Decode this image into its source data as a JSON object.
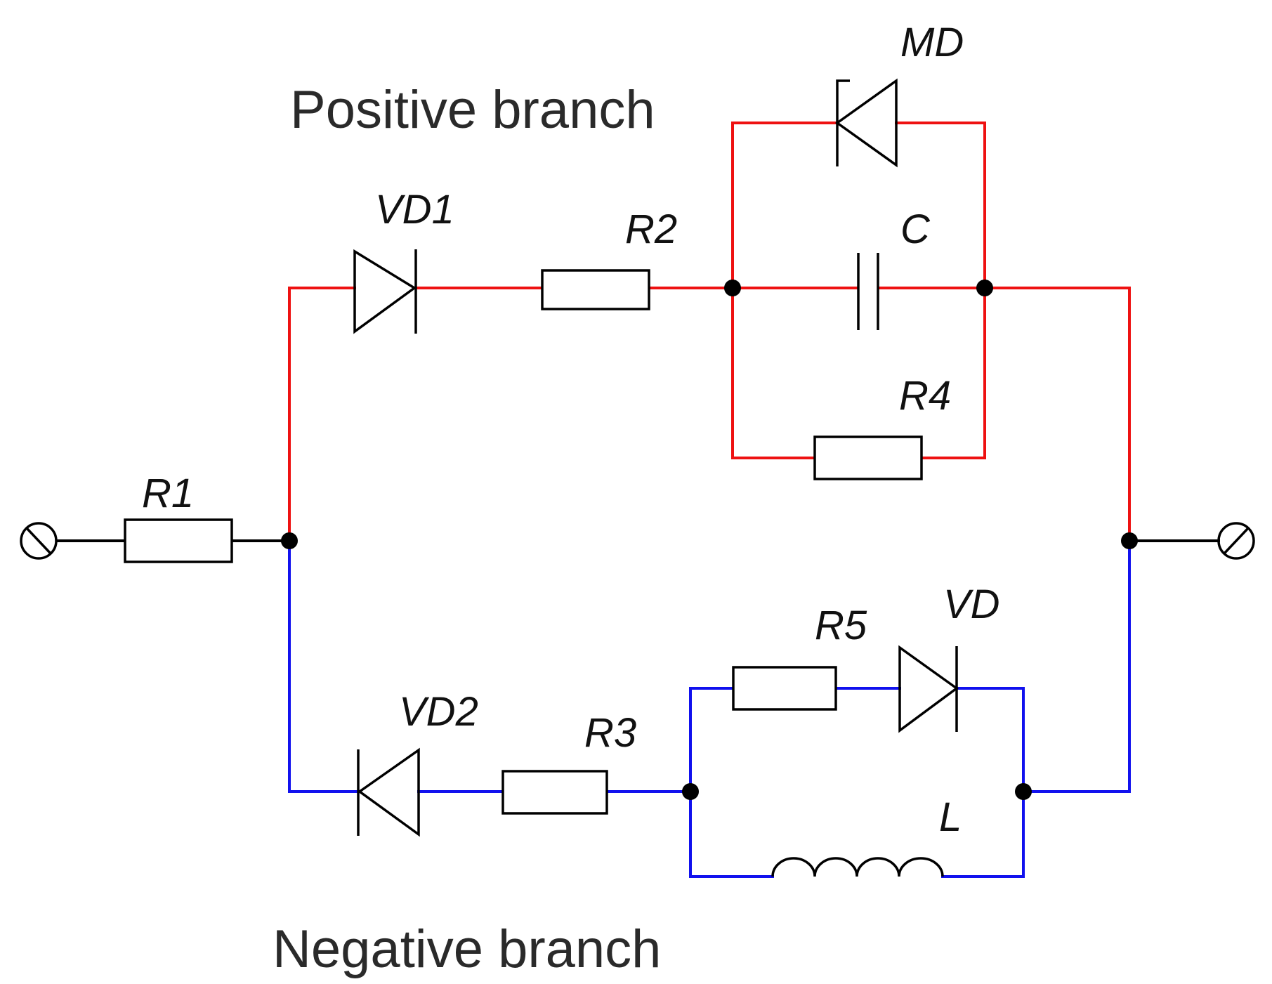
{
  "branches": {
    "positive": "Positive branch",
    "negative": "Negative branch"
  },
  "labels": {
    "r1": "R1",
    "r2": "R2",
    "r3": "R3",
    "r4": "R4",
    "r5": "R5",
    "vd1": "VD1",
    "vd2": "VD2",
    "vd": "VD",
    "md": "MD",
    "c": "C",
    "l": "L"
  },
  "colors": {
    "positive_branch": "#ee1111",
    "negative_branch": "#1111ee",
    "shared_wire": "#000000"
  }
}
